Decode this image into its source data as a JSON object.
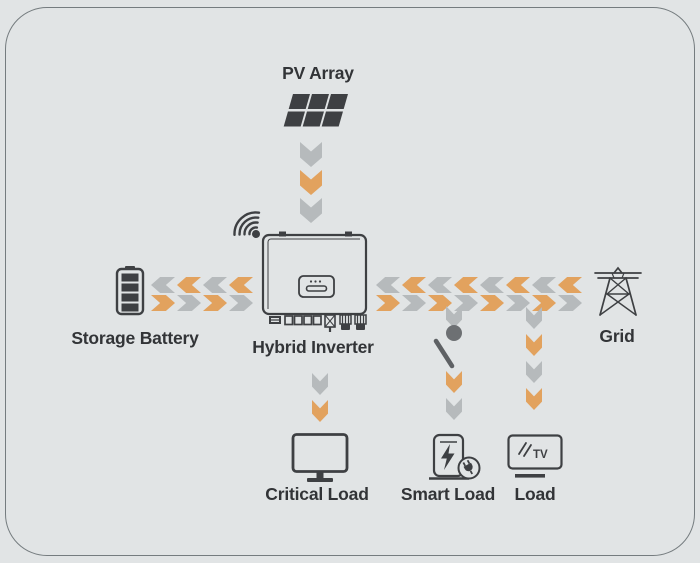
{
  "colors": {
    "background": "#e1e4e5",
    "panel_border": "#757c7f",
    "arrow_orange": "#e2a25e",
    "arrow_gray": "#b6babc",
    "icon_dark": "#3e4043",
    "text": "#323437",
    "switch_dot": "#6d7073",
    "switch_line": "#5e6164"
  },
  "nodes": {
    "pv_array": {
      "label": "PV Array",
      "icon": "solar-panel-icon"
    },
    "storage_battery": {
      "label": "Storage Battery",
      "icon": "battery-icon"
    },
    "hybrid_inverter": {
      "label": "Hybrid Inverter",
      "icon": "inverter-icon",
      "wifi_icon": "wifi-signal-icon"
    },
    "grid": {
      "label": "Grid",
      "icon": "transmission-tower-icon"
    },
    "critical_load": {
      "label": "Critical Load",
      "icon": "monitor-icon"
    },
    "smart_load": {
      "label": "Smart Load",
      "icon": "ev-charger-plug-icon",
      "switch_icon": "disconnect-switch-icon"
    },
    "load": {
      "label": "Load",
      "icon": "tv-icon",
      "tv_text": "TV"
    }
  },
  "flows": {
    "pv_to_inverter": {
      "direction": "down",
      "colors": [
        "gray",
        "orange",
        "gray"
      ]
    },
    "battery_inverter_left": {
      "direction": "left",
      "colors": [
        "gray",
        "orange",
        "gray",
        "orange"
      ]
    },
    "battery_inverter_right": {
      "direction": "right",
      "colors": [
        "orange",
        "gray",
        "orange",
        "gray"
      ]
    },
    "inverter_grid_left": {
      "direction": "left",
      "colors": [
        "gray",
        "orange",
        "gray",
        "orange",
        "gray",
        "orange",
        "gray",
        "orange"
      ]
    },
    "inverter_grid_right": {
      "direction": "right",
      "colors": [
        "orange",
        "gray",
        "orange",
        "gray",
        "orange",
        "gray",
        "orange",
        "gray"
      ]
    },
    "inverter_to_critical": {
      "direction": "down",
      "colors": [
        "gray",
        "orange"
      ]
    },
    "smart_branch_upper": {
      "direction": "down",
      "colors": [
        "gray"
      ]
    },
    "smart_branch_lower": {
      "direction": "down",
      "colors": [
        "orange",
        "gray"
      ]
    },
    "load_branch": {
      "direction": "down",
      "colors": [
        "gray",
        "orange",
        "gray",
        "orange"
      ]
    }
  }
}
